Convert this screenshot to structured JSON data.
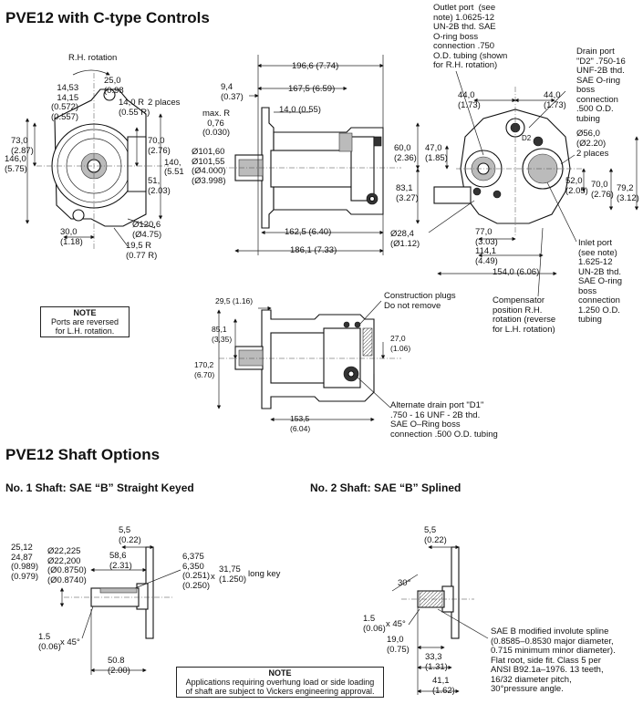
{
  "titles": {
    "main": "PVE12 with C-type Controls",
    "shaft": "PVE12 Shaft Options",
    "shaft1": "No. 1 Shaft: SAE “B” Straight Keyed",
    "shaft2": "No. 2 Shaft: SAE “B” Splined"
  },
  "front_view": {
    "rh_rotation": "R.H. rotation",
    "d14_53": "14,53\n14,15\n(0.572)\n(0.557)",
    "d25": "25,0\n(0.98",
    "r14": "14,0 R\n(0.55 R)",
    "two_places": "2 places",
    "d73": "73,0\n(2.87)",
    "d146": "146,0\n(5.75)",
    "d70": "70,0\n(2.76)",
    "d140": "140,",
    "d551": "(5.51",
    "d51": "51,\n(2.03)",
    "d120": "Ø120,6\n(Ø4.75)",
    "d30": "30,0\n(1.18)",
    "r19": "19,5 R\n(0.77 R)"
  },
  "side_view": {
    "d9_4": "9,4\n(0.37)",
    "d196": "196,6 (7.74)",
    "d167": "167,5 (6.59)",
    "d14": "14,0 (0.55)",
    "max_r": "max. R\n  0,76\n(0.030)",
    "dia101": "Ø101,60\nØ101,55\n(Ø4.000)\n(Ø3.998)",
    "d162": "162,5 (6.40)",
    "d186": "186,1 (7.33)"
  },
  "port_view": {
    "outlet": "Outlet port  (see\nnote) 1.0625-12\nUN-2B thd. SAE\nO-ring boss\nconnection .750\nO.D. tubing (shown\nfor R.H. rotation)",
    "drain": "Drain port\n\"D2\" .750-16\nUNF-2B thd.\nSAE O-ring\nboss\nconnection\n.500 O.D.\ntubing",
    "d44a": "44,0\n(1.73)",
    "d44b": "44,0\n(1.73)",
    "dia56": "Ø56,0\n(Ø2.20)",
    "two_places": "2 places",
    "d60": "60,0\n(2.36)",
    "d47": "47,0\n(1.85)",
    "d83": "83,1\n(3.27)",
    "d52": "52,0\n(2.05)",
    "d70": "70,0\n(2.76)",
    "d79": "79,2\n(3.12)",
    "d28": "Ø28,4\n(Ø1.12)",
    "d77": "77,0\n(3.03)",
    "d114": "114,1\n(4.49)",
    "d154": "154,0 (6.06)",
    "inlet": "Inlet port\n(see note)\n1.625-12\nUN-2B thd.\nSAE O-ring\nboss\nconnection\n1.250 O.D.\ntubing",
    "comp": "Compensator\nposition R.H.\nrotation (reverse\nfor L.H. rotation)",
    "d2_label": "D2"
  },
  "note1": {
    "title": "NOTE",
    "text": "Ports are reversed\nfor L.H. rotation."
  },
  "bottom_view": {
    "plugs": "Construction plugs\nDo not remove",
    "d29": "29,5 (1.16)",
    "d85": "85,1\n(3,35)",
    "d170": "170,2\n(6.70)",
    "d27": "27,0\n(1.06)",
    "d153": "153,5\n(6.04)",
    "alt_drain": "Alternate drain port \"D1\"\n.750 - 16 UNF - 2B thd.\nSAE O–Ring boss\nconnection .500 O.D. tubing"
  },
  "shaft1": {
    "d5_5": "5,5\n(0.22)",
    "d25": "25,12\n24,87\n(0.989)\n(0.979)",
    "dia22": "Ø22,225\nØ22,200\n(Ø0.8750)\n(Ø0.8740)",
    "d58": "58,6\n(2.31)",
    "key": "6,375\n6,350\n(0.251)\n(0.250)",
    "x": "x",
    "d31": "31,75\n(1.250)",
    "long_key": "long key",
    "chamfer": "1.5\n(0.06)",
    "x45": "x 45°",
    "d50": "50.8\n(2.00)"
  },
  "note2": {
    "title": "NOTE",
    "text": "Applications requiring overhung load or side loading\nof shaft are subject to Vickers engineering approval."
  },
  "shaft2": {
    "d5_5": "5,5\n(0.22)",
    "a30": "30°",
    "chamfer": "1.5\n(0.06)",
    "x45": "x 45°",
    "d19": "19,0\n(0.75)",
    "d33": "33,3\n(1.31)",
    "d41": "41,1\n(1.62)",
    "spline": "SAE B modified involute spline\n(0.8585–0.8530 major diameter,\n0.715 minimum minor diameter).\nFlat root, side fit. Class 5 per\nANSI B92.1a–1976. 13 teeth,\n16/32 diameter pitch,\n30°pressure angle."
  }
}
